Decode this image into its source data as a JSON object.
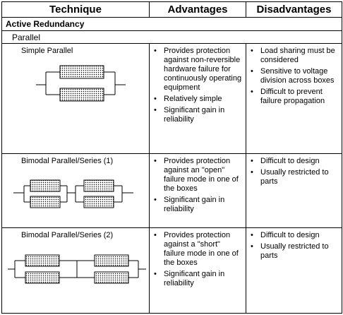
{
  "headers": {
    "technique": "Technique",
    "advantages": "Advantages",
    "disadvantages": "Disadvantages"
  },
  "section": "Active Redundancy",
  "subsection": "Parallel",
  "rows": [
    {
      "technique": "Simple Parallel",
      "advantages": [
        "Provides protection against non-reversible hardware failure for continuously operating equipment",
        "Relatively simple",
        "Significant gain in reliability"
      ],
      "disadvantages": [
        "Load sharing must be considered",
        "Sensitive to voltage division across boxes",
        "Difficult to prevent failure propagation"
      ]
    },
    {
      "technique": "Bimodal Parallel/Series (1)",
      "advantages": [
        "Provides protection against an \"open\" failure mode in one of the boxes",
        "Significant gain in reliability"
      ],
      "disadvantages": [
        "Difficult to design",
        "Usually restricted to parts"
      ]
    },
    {
      "technique": "Bimodal Parallel/Series (2)",
      "advantages": [
        "Provides protection against a \"short\" failure mode in one of the boxes",
        "Significant gain in reliability"
      ],
      "disadvantages": [
        "Difficult to design",
        "Usually restricted to parts"
      ]
    }
  ]
}
